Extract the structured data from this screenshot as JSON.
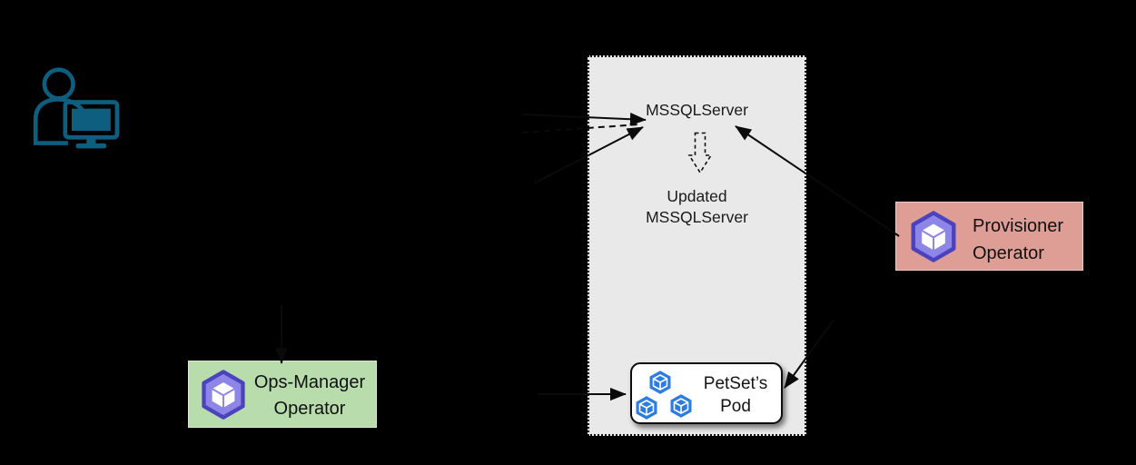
{
  "user": {
    "icon": "user-with-computer-icon"
  },
  "cluster_panel": {
    "mssqlserver_label": "MSSQLServer",
    "updated_mssqlserver_label": {
      "line1": "Updated",
      "line2": "MSSQLServer"
    },
    "petset_pod": {
      "line1": "PetSet’s",
      "line2": "Pod",
      "icon": "pods-icon"
    }
  },
  "operators": {
    "ops_manager": {
      "line1": "Ops-Manager",
      "line2": "Operator",
      "icon": "operator-icon"
    },
    "provisioner": {
      "line1": "Provisioner",
      "line2": "Operator",
      "icon": "operator-icon"
    }
  },
  "colors": {
    "background": "#000000",
    "panel_fill": "#e9e9e9",
    "panel_border": "#111111",
    "ops_manager_fill": "#b8dcab",
    "provisioner_fill": "#de9e96",
    "operator_icon_fill": "#8d86e8",
    "operator_icon_border": "#4b42bd",
    "pod_icon_blue": "#2d7ce1",
    "user_icon_teal": "#0e5e80",
    "arrow_black": "#0a0a0a",
    "label_text": "#1a1a1a"
  }
}
